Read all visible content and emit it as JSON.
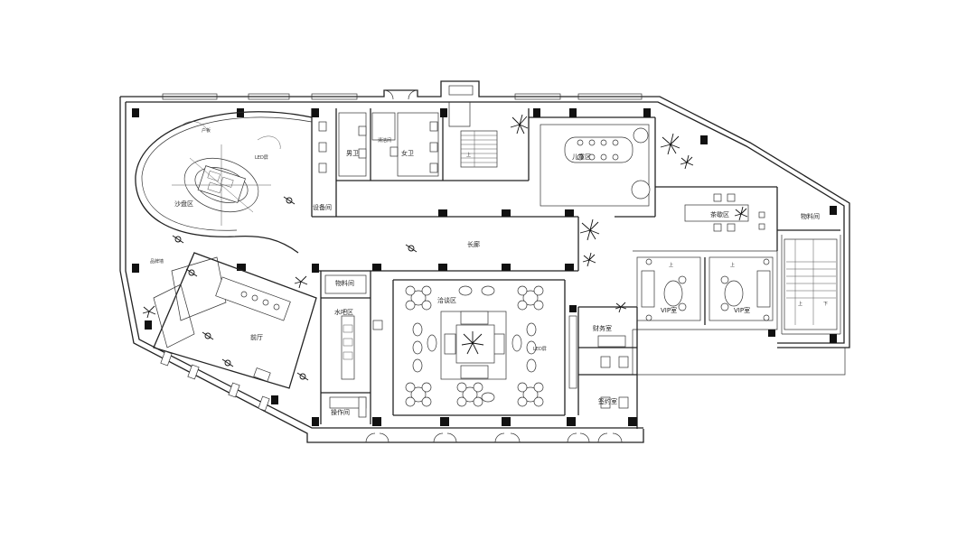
{
  "rooms": {
    "sand_table": "沙盘区",
    "mens_wc": "男卫",
    "womens_wc": "女卫",
    "cleaning": "清洁间",
    "equipment": "设备间",
    "childrens": "儿童区",
    "tea_bar": "茶歇区",
    "storage_right": "物料间",
    "corridor": "长廊",
    "storage_mid": "物料间",
    "negotiation": "洽谈区",
    "water_bar": "水吧区",
    "lobby": "前厅",
    "operation": "操作间",
    "finance": "财务室",
    "signing": "签约室",
    "vip1": "VIP室",
    "vip2": "VIP室"
  },
  "annotations": {
    "stair_up_1": "上",
    "stair_up_2": "上",
    "stair_down": "下",
    "vip_up_1": "上",
    "vip_up_2": "上",
    "small_1": "户板",
    "small_2": "LED屏",
    "small_3": "品牌墙",
    "small_4": "LED屏"
  }
}
